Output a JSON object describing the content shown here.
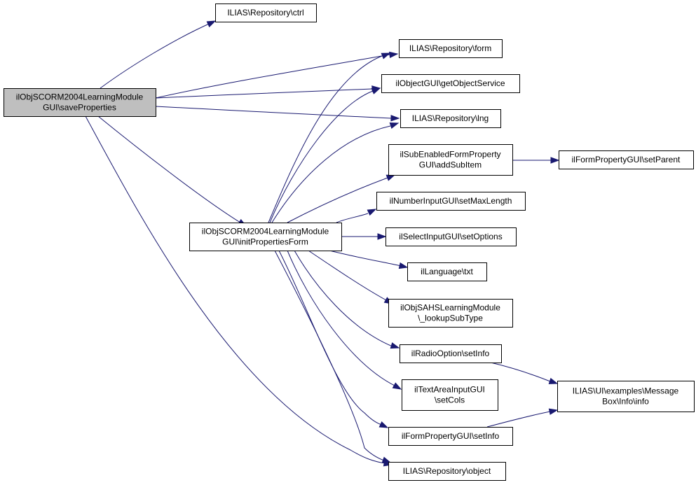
{
  "diagram": {
    "colors": {
      "edge": "#191970",
      "node_border": "#000000",
      "root_fill": "#bfbfbf",
      "node_fill": "#ffffff",
      "background": "#ffffff"
    },
    "nodes": {
      "save_properties": {
        "lines": [
          "ilObjSCORM2004LearningModule",
          "GUI\\saveProperties"
        ],
        "root": true
      },
      "repository_ctrl": {
        "lines": [
          "ILIAS\\Repository\\ctrl"
        ]
      },
      "repository_form": {
        "lines": [
          "ILIAS\\Repository\\form"
        ]
      },
      "get_object_service": {
        "lines": [
          "ilObjectGUI\\getObjectService"
        ]
      },
      "repository_lng": {
        "lines": [
          "ILIAS\\Repository\\lng"
        ]
      },
      "add_sub_item": {
        "lines": [
          "ilSubEnabledFormProperty",
          "GUI\\addSubItem"
        ]
      },
      "set_parent": {
        "lines": [
          "ilFormPropertyGUI\\setParent"
        ]
      },
      "set_max_length": {
        "lines": [
          "ilNumberInputGUI\\setMaxLength"
        ]
      },
      "init_properties_form": {
        "lines": [
          "ilObjSCORM2004LearningModule",
          "GUI\\initPropertiesForm"
        ]
      },
      "set_options": {
        "lines": [
          "ilSelectInputGUI\\setOptions"
        ]
      },
      "language_txt": {
        "lines": [
          "ilLanguage\\txt"
        ]
      },
      "lookup_sub_type": {
        "lines": [
          "ilObjSAHSLearningModule",
          "\\_lookupSubType"
        ]
      },
      "radio_set_info": {
        "lines": [
          "ilRadioOption\\setInfo"
        ]
      },
      "set_cols": {
        "lines": [
          "ilTextAreaInputGUI",
          "\\setCols"
        ]
      },
      "message_box_info": {
        "lines": [
          "ILIAS\\UI\\examples\\Message",
          "Box\\Info\\info"
        ]
      },
      "form_property_set_info": {
        "lines": [
          "ilFormPropertyGUI\\setInfo"
        ]
      },
      "repository_object": {
        "lines": [
          "ILIAS\\Repository\\object"
        ]
      }
    }
  }
}
